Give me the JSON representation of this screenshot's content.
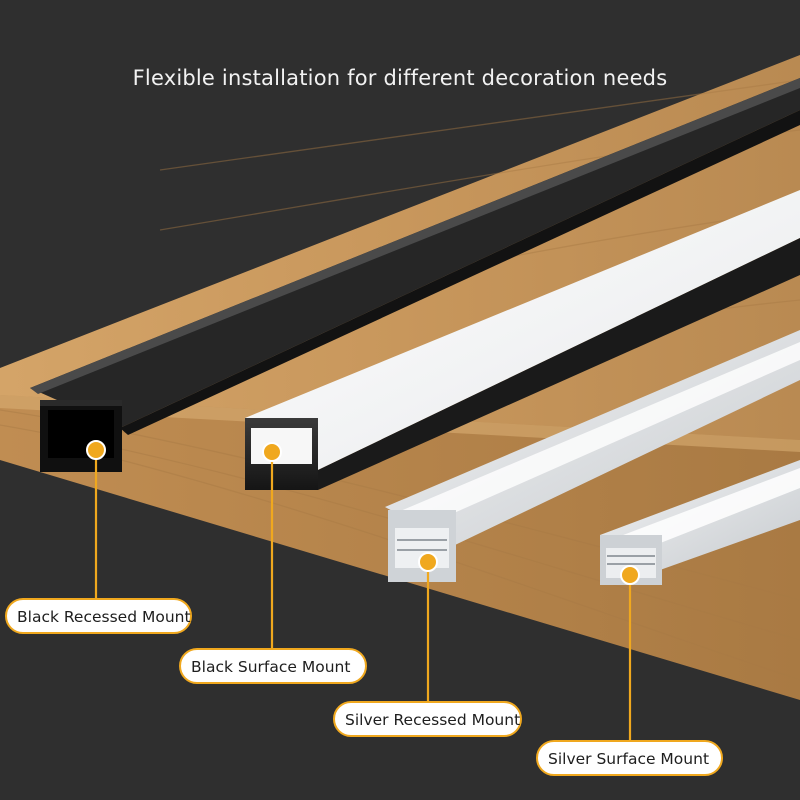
{
  "headline": "Flexible installation for different decoration needs",
  "colors": {
    "background": "#2f2f2f",
    "wood": "#c99a5e",
    "accent": "#f0a81e",
    "black_profile": "#1b1b1b",
    "silver_profile": "#d9dde0"
  },
  "labels": [
    {
      "text": "Black Recessed Mount"
    },
    {
      "text": "Black Surface Mount"
    },
    {
      "text": "Silver Recessed Mount"
    },
    {
      "text": "Silver Surface Mount"
    }
  ]
}
